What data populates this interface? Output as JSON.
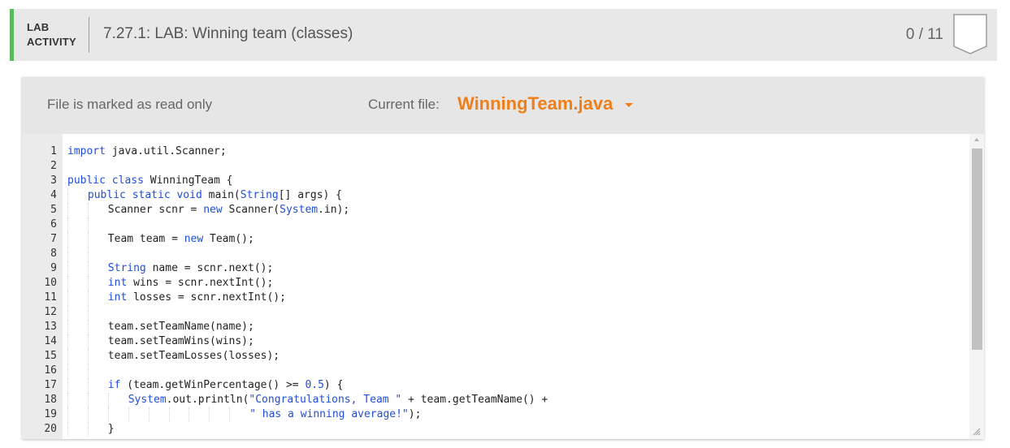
{
  "header": {
    "activity_line1": "LAB",
    "activity_line2": "ACTIVITY",
    "title": "7.27.1: LAB: Winning team (classes)",
    "score": "0 / 11",
    "accent_color": "#5cb85c"
  },
  "toolbar": {
    "readonly_text": "File is marked as read only",
    "current_file_label": "Current file:",
    "current_file": "WinningTeam.java",
    "current_file_color": "#f07f1a",
    "dropdown_icon": "caret-down-icon"
  },
  "editor": {
    "lines": [
      {
        "n": "1",
        "indent": 0,
        "text": "import java.util.Scanner;"
      },
      {
        "n": "2",
        "indent": 0,
        "text": ""
      },
      {
        "n": "3",
        "indent": 0,
        "text": "public class WinningTeam {"
      },
      {
        "n": "4",
        "indent": 1,
        "text": "public static void main(String[] args) {"
      },
      {
        "n": "5",
        "indent": 2,
        "text": "Scanner scnr = new Scanner(System.in);"
      },
      {
        "n": "6",
        "indent": 2,
        "text": ""
      },
      {
        "n": "7",
        "indent": 2,
        "text": "Team team = new Team();"
      },
      {
        "n": "8",
        "indent": 2,
        "text": ""
      },
      {
        "n": "9",
        "indent": 2,
        "text": "String name = scnr.next();"
      },
      {
        "n": "10",
        "indent": 2,
        "text": "int wins = scnr.nextInt();"
      },
      {
        "n": "11",
        "indent": 2,
        "text": "int losses = scnr.nextInt();"
      },
      {
        "n": "12",
        "indent": 2,
        "text": ""
      },
      {
        "n": "13",
        "indent": 2,
        "text": "team.setTeamName(name);"
      },
      {
        "n": "14",
        "indent": 2,
        "text": "team.setTeamWins(wins);"
      },
      {
        "n": "15",
        "indent": 2,
        "text": "team.setTeamLosses(losses);"
      },
      {
        "n": "16",
        "indent": 2,
        "text": ""
      },
      {
        "n": "17",
        "indent": 2,
        "text": "if (team.getWinPercentage() >= 0.5) {"
      },
      {
        "n": "18",
        "indent": 3,
        "text": "System.out.println(\"Congratulations, Team \" + team.getTeamName() +"
      },
      {
        "n": "19",
        "indent": 9,
        "text": "\" has a winning average!\");"
      },
      {
        "n": "20",
        "indent": 2,
        "text": "}"
      }
    ]
  }
}
